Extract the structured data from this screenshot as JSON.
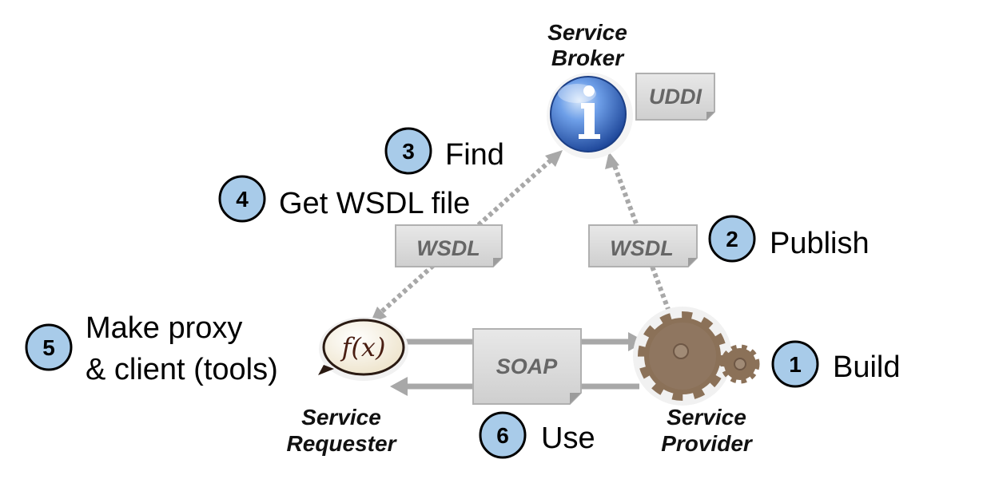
{
  "roles": {
    "broker": [
      "Service",
      "Broker"
    ],
    "requester": [
      "Service",
      "Requester"
    ],
    "provider": [
      "Service",
      "Provider"
    ]
  },
  "documents": {
    "uddi": "UDDI",
    "wsdl_left": "WSDL",
    "wsdl_right": "WSDL",
    "soap": "SOAP"
  },
  "icons": {
    "broker": "info-globe-icon",
    "requester": "function-speech-bubble-icon",
    "provider": "gears-icon"
  },
  "requester_symbol": "f(x)",
  "steps": [
    {
      "number": "1",
      "lines": [
        "Build"
      ]
    },
    {
      "number": "2",
      "lines": [
        "Publish"
      ]
    },
    {
      "number": "3",
      "lines": [
        "Find"
      ]
    },
    {
      "number": "4",
      "lines": [
        "Get WSDL file"
      ]
    },
    {
      "number": "5",
      "lines": [
        "Make proxy",
        "& client (tools)"
      ]
    },
    {
      "number": "6",
      "lines": [
        "Use"
      ]
    }
  ],
  "colors": {
    "badge_fill": "#a8cbe9",
    "broker_blue": "#2a63c4",
    "gear": "#8b7158",
    "doc_fill": "#dedede",
    "connector": "#a8a8a8"
  }
}
